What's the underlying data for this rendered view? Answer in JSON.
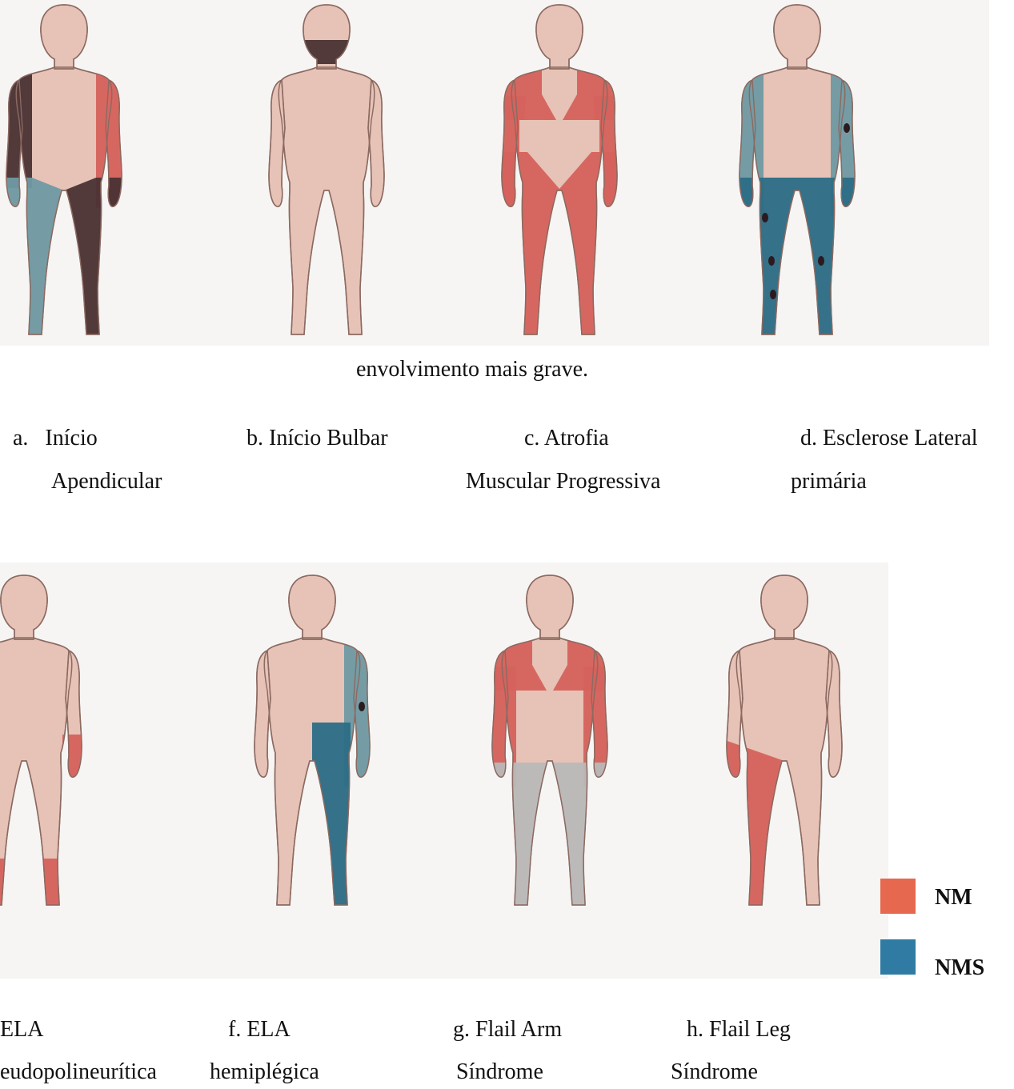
{
  "caption_fragment": "envolvimento mais grave.",
  "colors": {
    "skin": "#e7c2b6",
    "skin_outline": "#8b6a61",
    "lmn_red": "#d5625c",
    "umn_teal": "#6f9aa3",
    "umn_blue": "#2b6d86",
    "severe_dark": "#4a3134",
    "lesion": "#2c1a1f",
    "unaffected_gray": "#b9b8b9",
    "legend_nm": "#e5684f",
    "legend_nms": "#2f7ba4",
    "panel_bg": "#f6f5f4"
  },
  "top_row": [
    {
      "id": "a",
      "label_line1": "a.   Início",
      "label_line2": "Apendicular"
    },
    {
      "id": "b",
      "label_line1": "b. Início Bulbar",
      "label_line2": ""
    },
    {
      "id": "c",
      "label_line1": "c. Atrofia",
      "label_line2": "Muscular Progressiva"
    },
    {
      "id": "d",
      "label_line1": "d. Esclerose Lateral",
      "label_line2": "primária"
    }
  ],
  "bottom_row": [
    {
      "id": "e",
      "label_line1": "ELA",
      "label_line2": "eudopolineurítica"
    },
    {
      "id": "f",
      "label_line1": "f. ELA",
      "label_line2": "hemiplégica"
    },
    {
      "id": "g",
      "label_line1": "g. Flail Arm",
      "label_line2": "Síndrome"
    },
    {
      "id": "h",
      "label_line1": "h. Flail Leg",
      "label_line2": "Síndrome"
    }
  ],
  "legend": [
    {
      "label": "NM"
    },
    {
      "label": "NMS"
    }
  ]
}
